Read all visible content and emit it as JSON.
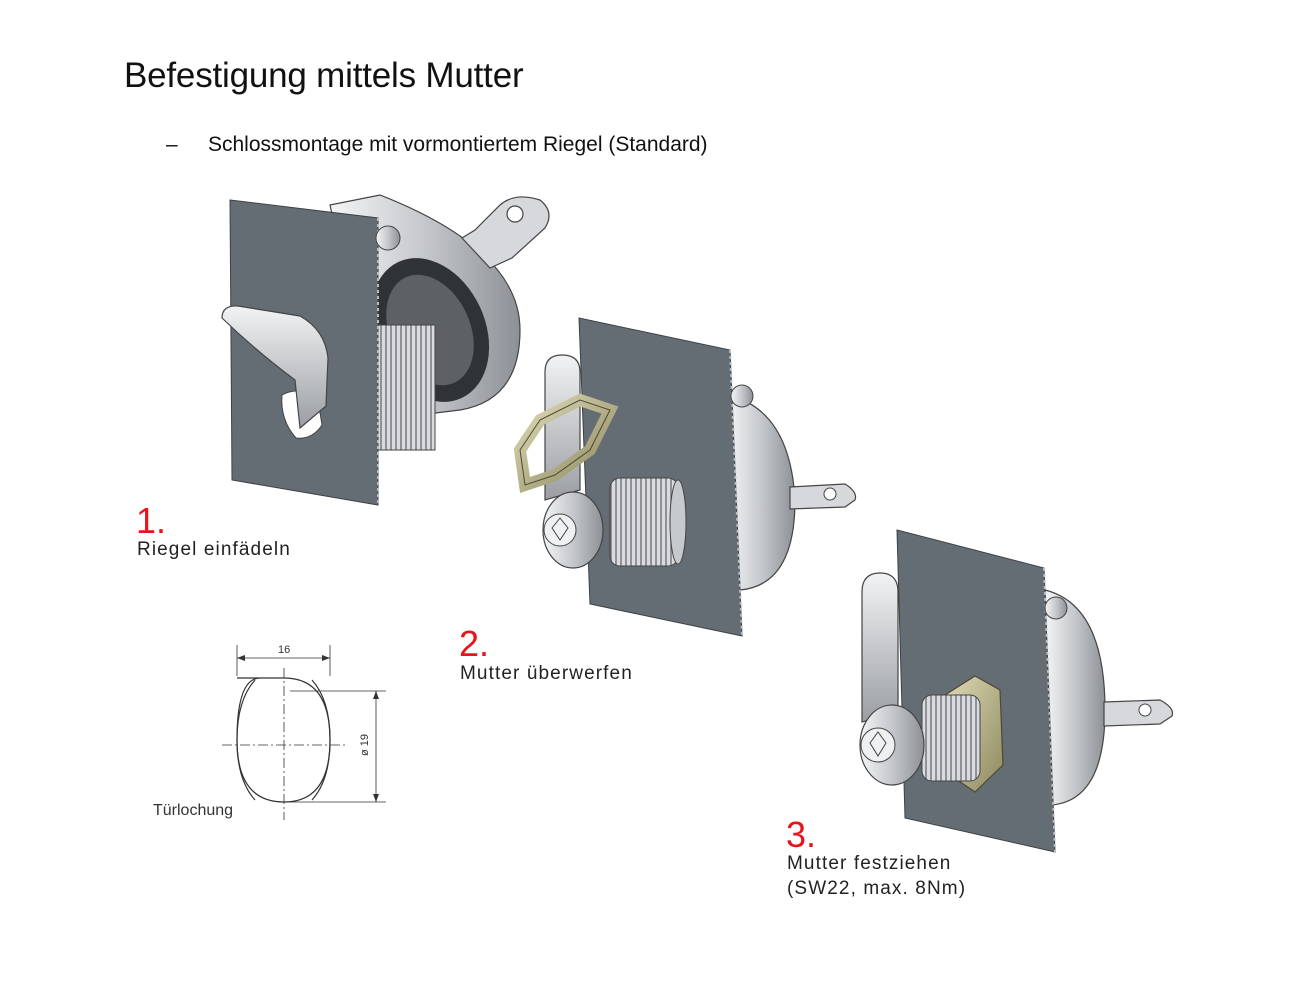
{
  "title": "Befestigung mittels Mutter",
  "bullet": {
    "marker": "–",
    "text": "Schlossmontage mit vormontiertem Riegel (Standard)"
  },
  "steps": [
    {
      "num": "1.",
      "label": "Riegel einfädeln",
      "label2": ""
    },
    {
      "num": "2.",
      "label": "Mutter überwerfen",
      "label2": ""
    },
    {
      "num": "3.",
      "label": "Mutter festziehen",
      "label2": "(SW22, max. 8Nm)"
    }
  ],
  "hole_drawing": {
    "label": "Türlochung",
    "width_dim": "16",
    "diameter_dim": "ø 19"
  },
  "colors": {
    "accent": "#e8141b",
    "panel": "#646c74",
    "metal": "#c9ccd0",
    "nut": "#b8b38a"
  }
}
